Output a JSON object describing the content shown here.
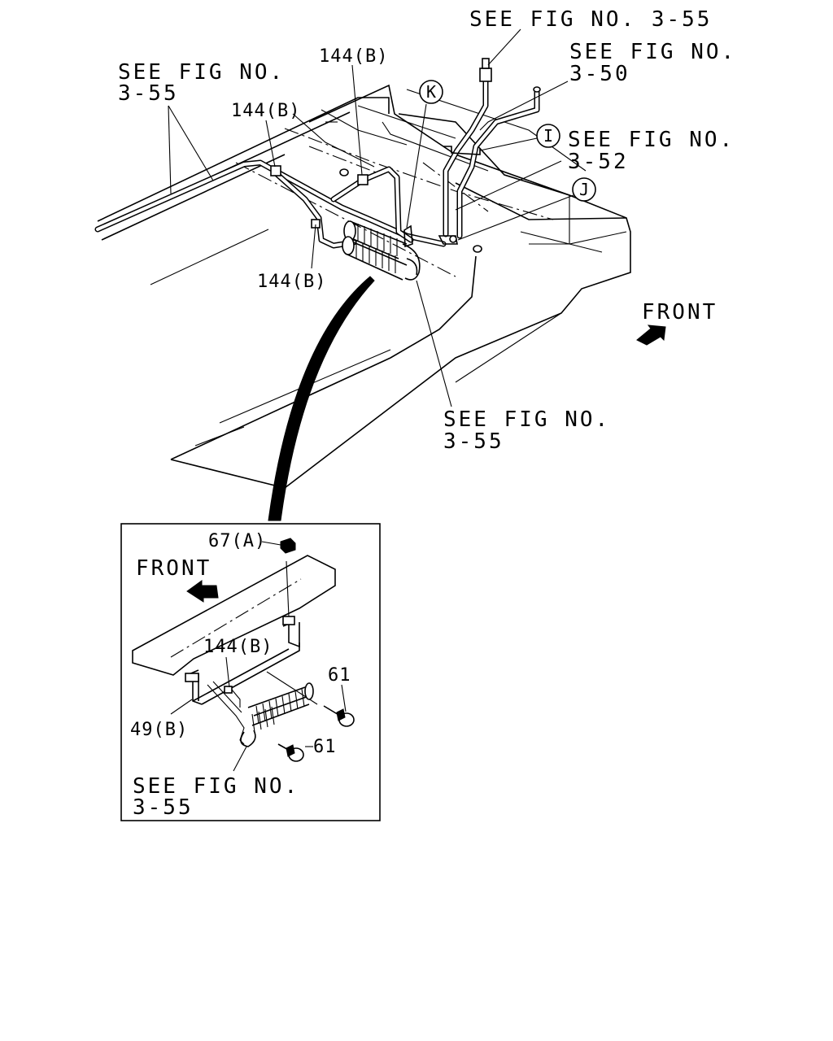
{
  "top_labels": {
    "see_3_55_top": "SEE FIG NO. 3-55",
    "see_3_50_line1": "SEE FIG NO.",
    "see_3_50_line2": "3-50",
    "see_3_52_line1": "SEE FIG NO.",
    "see_3_52_line2": "3-52",
    "see_3_55_left_line1": "SEE FIG NO.",
    "see_3_55_left_line2": "3-55",
    "see_3_55_mid_line1": "SEE FIG NO.",
    "see_3_55_mid_line2": "3-55",
    "front": "FRONT"
  },
  "part_callouts": {
    "p144b_a": "144(B)",
    "p144b_b": "144(B)",
    "p144b_c": "144(B)"
  },
  "circle_refs": {
    "k": "K",
    "i": "I",
    "j": "J"
  },
  "inset": {
    "front": "FRONT",
    "p67a": "67(A)",
    "p144b": "144(B)",
    "p61_a": "61",
    "p61_b": "61",
    "p49b": "49(B)",
    "see_line1": "SEE FIG NO.",
    "see_line2": "3-55"
  }
}
